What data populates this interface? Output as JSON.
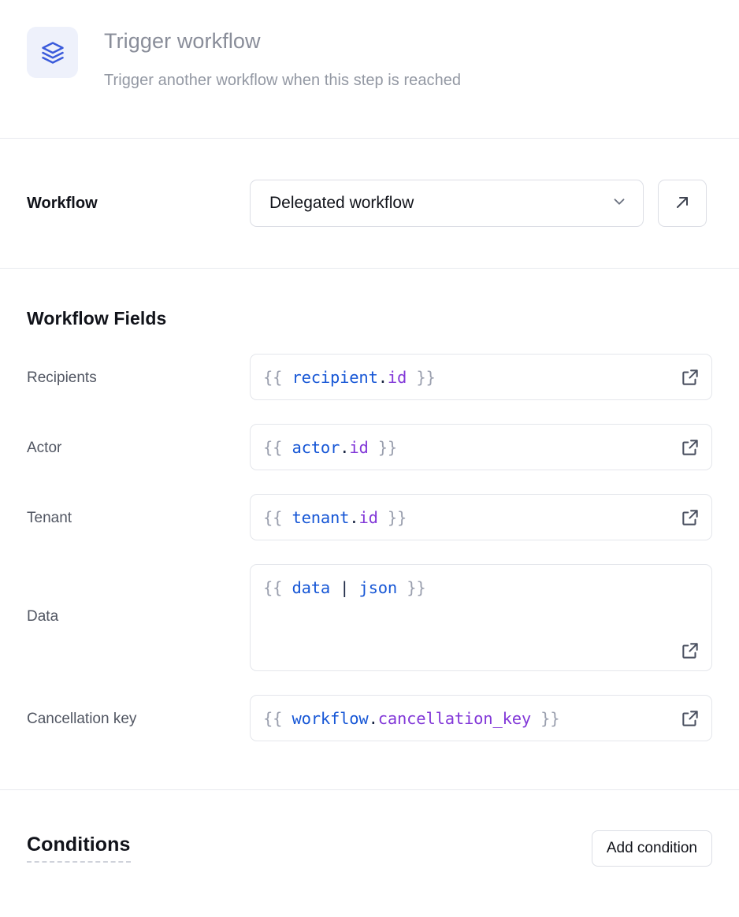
{
  "header": {
    "icon": "layers-stack-icon",
    "title": "Trigger workflow",
    "subtitle": "Trigger another workflow when this step is reached"
  },
  "workflow_section": {
    "label": "Workflow",
    "select": {
      "value": "Delegated workflow",
      "chevron_icon": "chevron-down-icon"
    },
    "open_button_icon": "arrow-up-right-icon"
  },
  "fields_section": {
    "heading": "Workflow Fields",
    "fields": [
      {
        "label": "Recipients",
        "multiline": false,
        "expand_icon": "external-link-icon",
        "tokens": [
          {
            "text": "{{ ",
            "kind": "punc"
          },
          {
            "text": "recipient",
            "kind": "obj"
          },
          {
            "text": ".",
            "kind": "dot"
          },
          {
            "text": "id",
            "kind": "prop"
          },
          {
            "text": " }}",
            "kind": "punc"
          }
        ],
        "raw": "{{ recipient.id }}"
      },
      {
        "label": "Actor",
        "multiline": false,
        "expand_icon": "external-link-icon",
        "tokens": [
          {
            "text": "{{ ",
            "kind": "punc"
          },
          {
            "text": "actor",
            "kind": "obj"
          },
          {
            "text": ".",
            "kind": "dot"
          },
          {
            "text": "id",
            "kind": "prop"
          },
          {
            "text": " }}",
            "kind": "punc"
          }
        ],
        "raw": "{{ actor.id }}"
      },
      {
        "label": "Tenant",
        "multiline": false,
        "expand_icon": "external-link-icon",
        "tokens": [
          {
            "text": "{{ ",
            "kind": "punc"
          },
          {
            "text": "tenant",
            "kind": "obj"
          },
          {
            "text": ".",
            "kind": "dot"
          },
          {
            "text": "id",
            "kind": "prop"
          },
          {
            "text": " }}",
            "kind": "punc"
          }
        ],
        "raw": "{{ tenant.id }}"
      },
      {
        "label": "Data",
        "multiline": true,
        "expand_icon": "external-link-icon",
        "tokens": [
          {
            "text": "{{ ",
            "kind": "punc"
          },
          {
            "text": "data",
            "kind": "obj"
          },
          {
            "text": " ",
            "kind": "punc"
          },
          {
            "text": "|",
            "kind": "pipe"
          },
          {
            "text": " ",
            "kind": "punc"
          },
          {
            "text": "json",
            "kind": "filt"
          },
          {
            "text": " }}",
            "kind": "punc"
          }
        ],
        "raw": "{{ data | json }}"
      },
      {
        "label": "Cancellation key",
        "multiline": false,
        "expand_icon": "external-link-icon",
        "tokens": [
          {
            "text": "{{ ",
            "kind": "punc"
          },
          {
            "text": "workflow",
            "kind": "obj"
          },
          {
            "text": ".",
            "kind": "dot"
          },
          {
            "text": "cancellation_key",
            "kind": "prop"
          },
          {
            "text": " }}",
            "kind": "punc"
          }
        ],
        "raw": "{{ workflow.cancellation_key }}"
      }
    ]
  },
  "conditions_section": {
    "title": "Conditions",
    "add_button_label": "Add condition"
  },
  "colors": {
    "accent_blue": "#3b5bdb",
    "icon_bg": "#eef1fb",
    "code_object": "#1757d6",
    "code_property": "#8238d8",
    "code_punctuation": "#9a9fae",
    "border": "#dcdee5",
    "divider": "#e8eaef",
    "text_primary": "#11131a",
    "text_muted": "#898d99"
  }
}
